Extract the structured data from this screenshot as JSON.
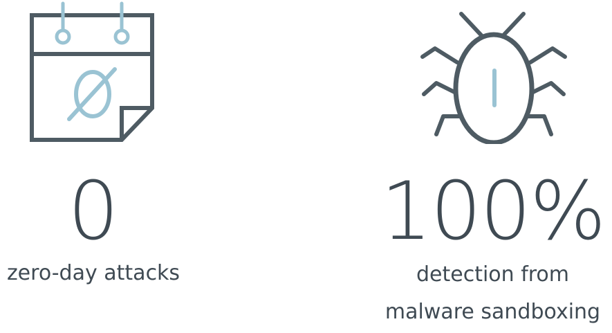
{
  "colors": {
    "dark": "#4e5b63",
    "accent": "#9ac3d3",
    "text": "#3f4a53",
    "background": "#ffffff"
  },
  "stats": [
    {
      "icon": "calendar-zero-icon",
      "icon_glyph": "Ø",
      "value": "0",
      "caption": "zero-day attacks"
    },
    {
      "icon": "bug-icon",
      "value": "100%",
      "caption_line1": "detection from",
      "caption_line2": "malware sandboxing"
    }
  ]
}
